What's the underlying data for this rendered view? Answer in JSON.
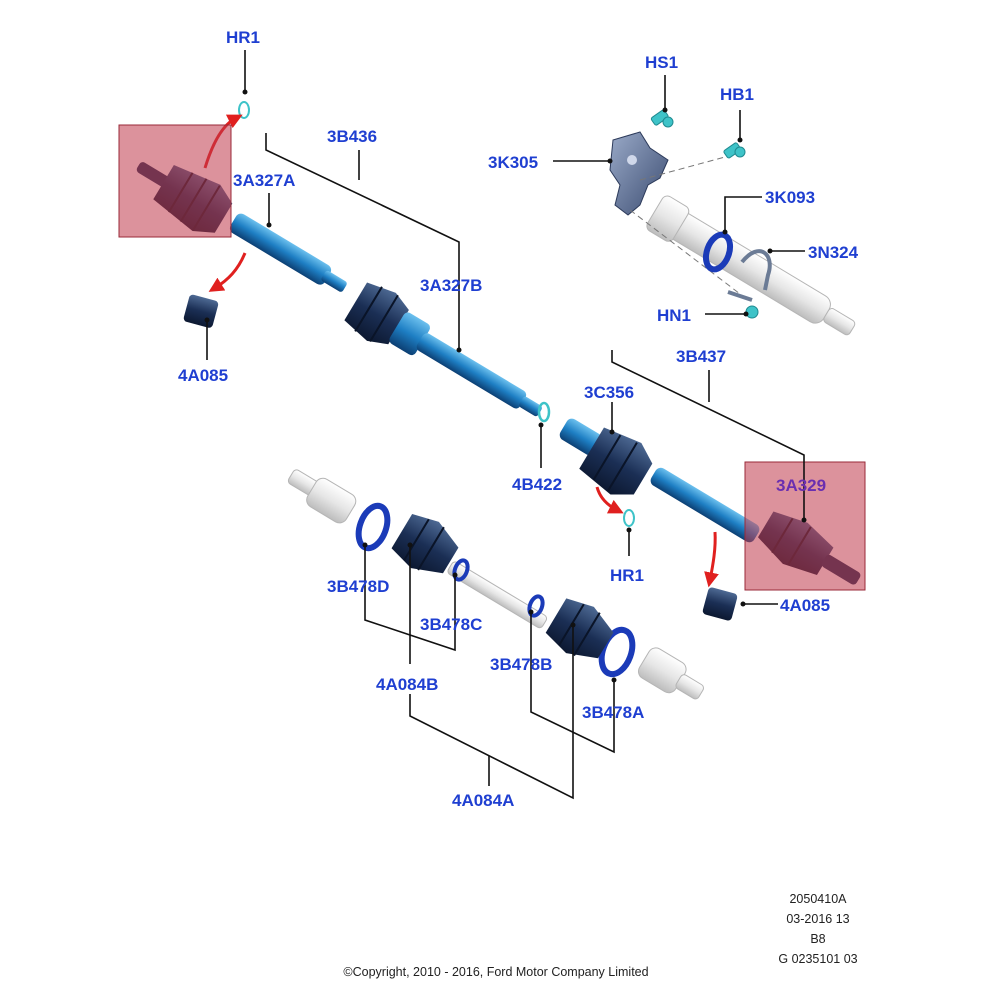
{
  "diagram": {
    "labels": {
      "hr1_top": "HR1",
      "hr1_bottom": "HR1",
      "hs1": "HS1",
      "hb1": "HB1",
      "k3305": "3K305",
      "k3093": "3K093",
      "n3324": "3N324",
      "hn1": "HN1",
      "b3436": "3B436",
      "a3327a": "3A327A",
      "a3327b": "3A327B",
      "a4085_left": "4A085",
      "a4085_right": "4A085",
      "b3437": "3B437",
      "c3356": "3C356",
      "b4422": "4B422",
      "a3329": "3A329",
      "b3478d": "3B478D",
      "b3478c": "3B478C",
      "b3478b": "3B478B",
      "b3478a": "3B478A",
      "a4084b": "4A084B",
      "a4084a": "4A084A"
    },
    "footer": {
      "line1": "2050410A",
      "line2": "03-2016 13",
      "line3": "B8",
      "line4": "G 0235101 03",
      "copyright": "©Copyright, 2010 - 2016, Ford Motor Company Limited"
    },
    "colors": {
      "label_blue": "#1f3fd1",
      "highlight_label_purple": "#6a2fb0",
      "highlight_red": "#c0394a",
      "arrow_red": "#e0201f",
      "shaft_blue": "#1e7fc4",
      "boot_navy": "#1b2f55",
      "seal_ring": "#1b3bb8",
      "ghost_part": "#e6e6e6",
      "fastener_teal": "#3ec3c8"
    }
  }
}
